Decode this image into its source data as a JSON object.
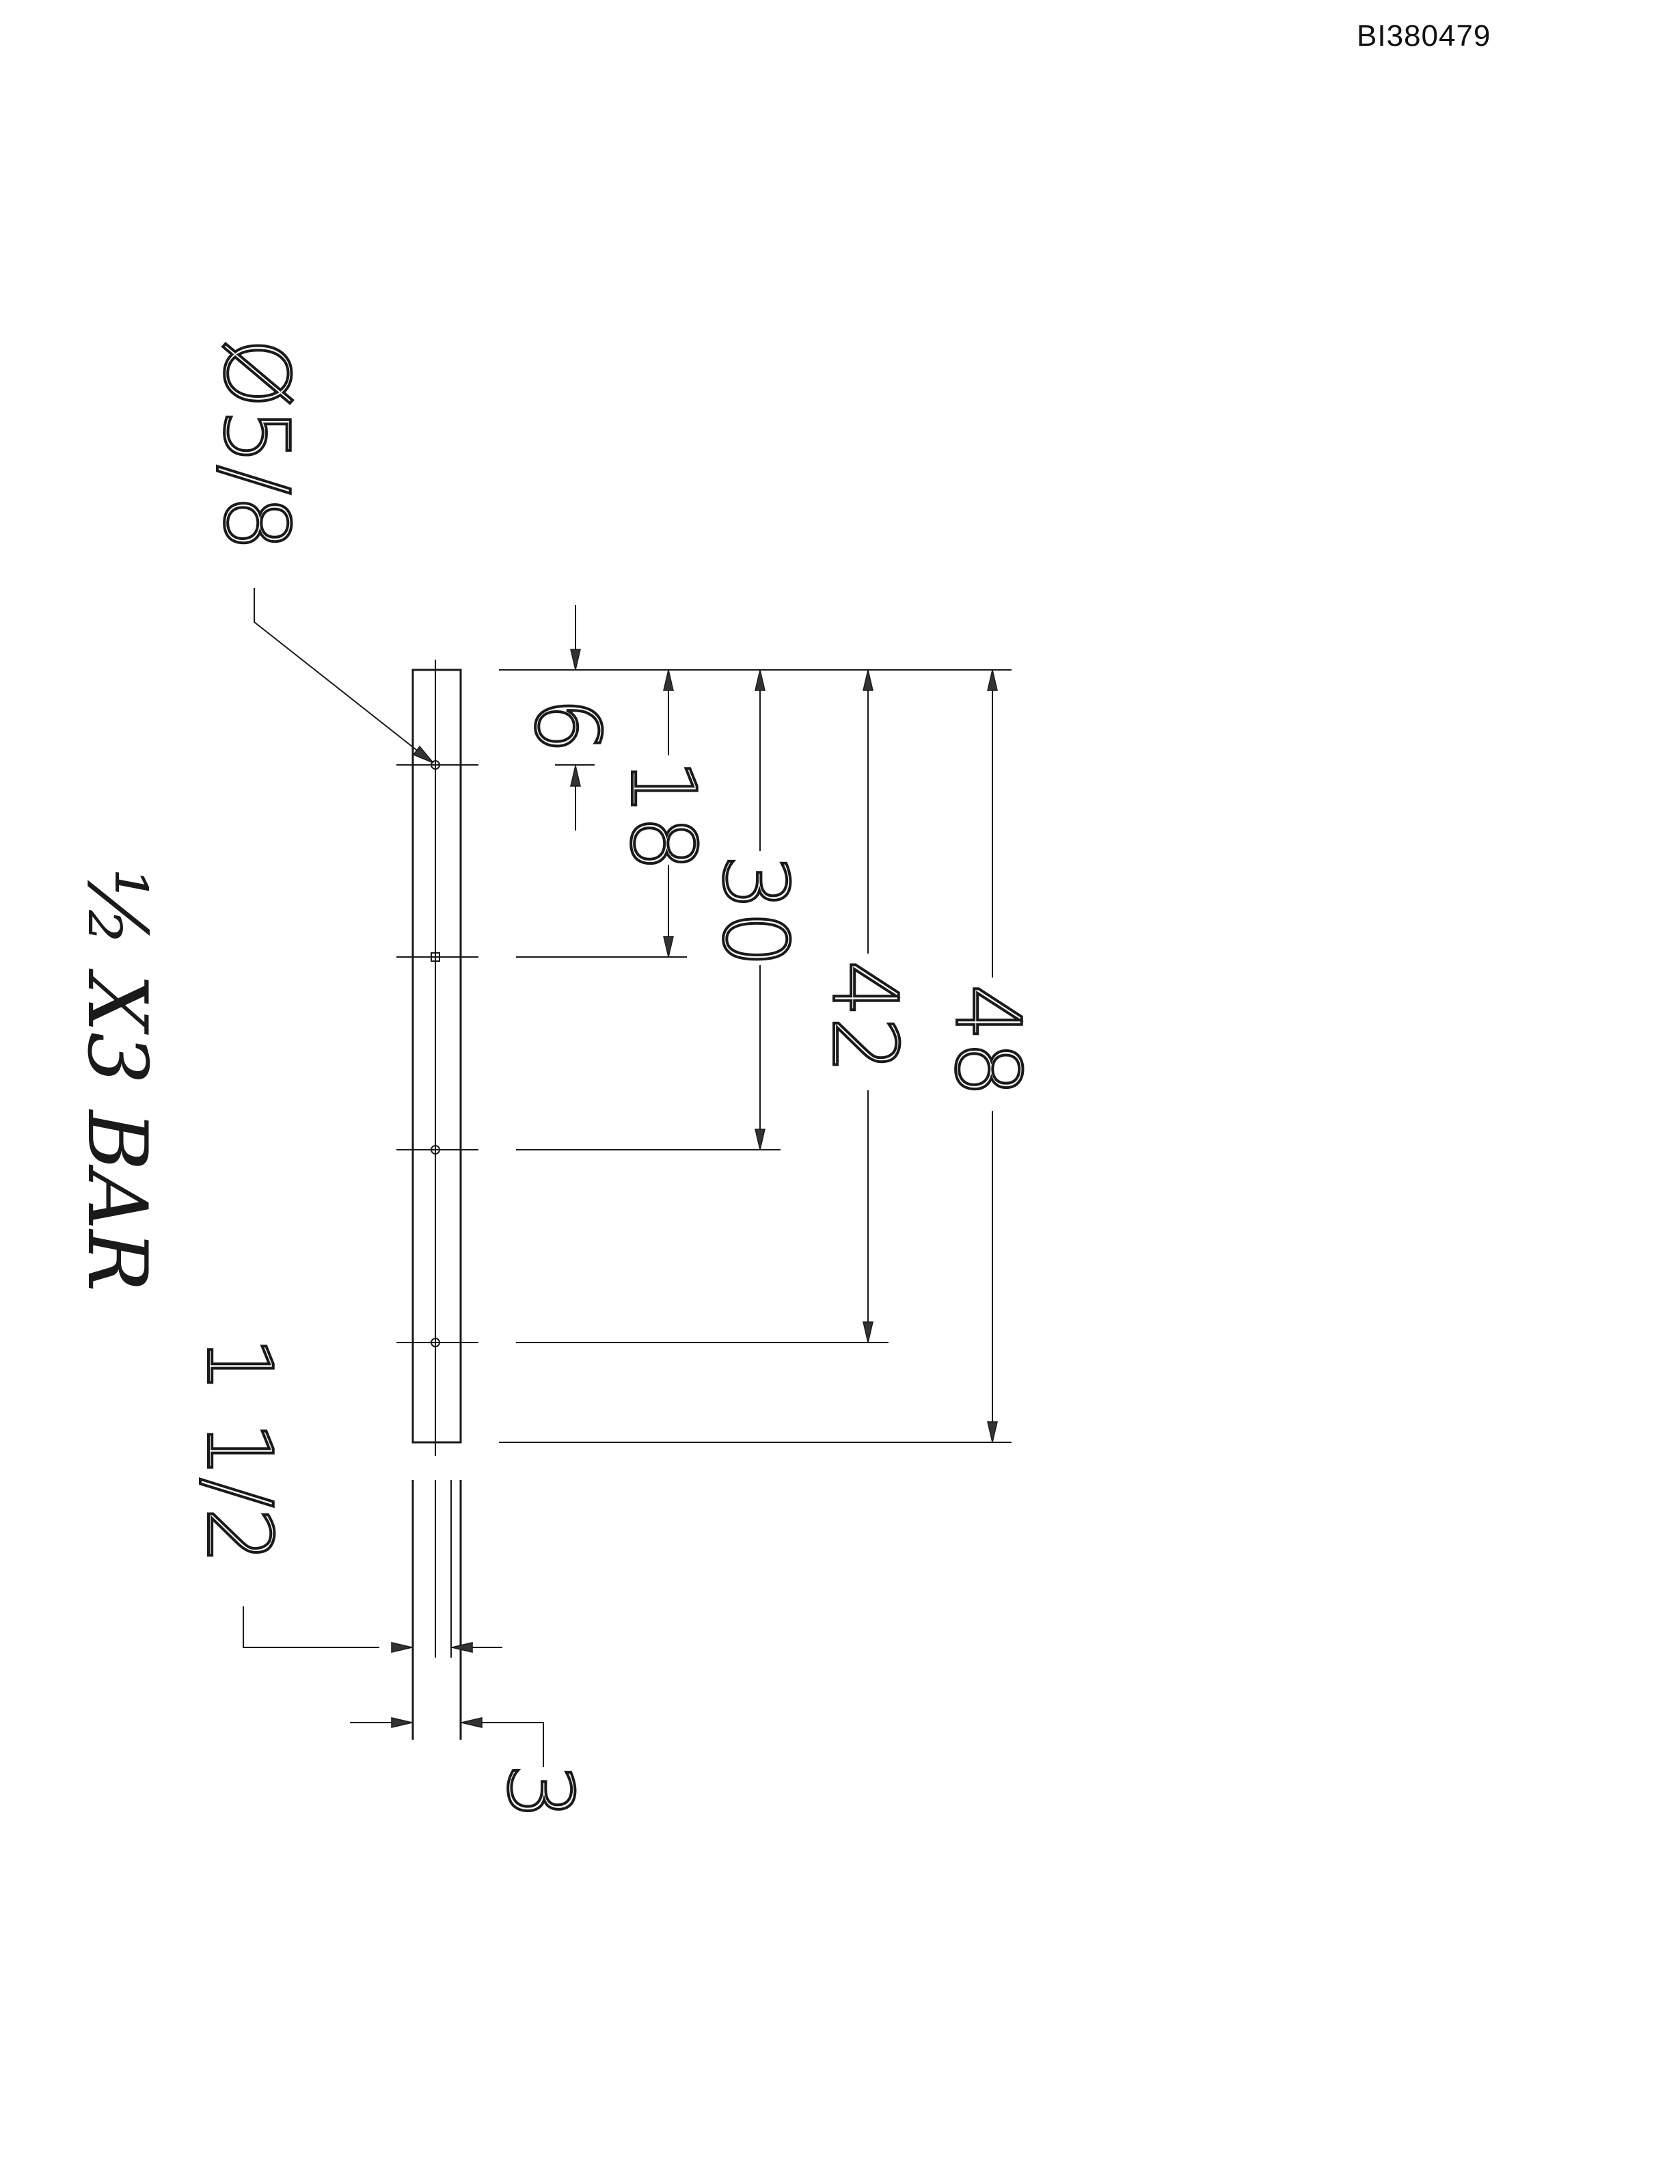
{
  "document_id": "BI380479",
  "drawing": {
    "handwritten_note": "½ X3 BAR",
    "hole_callout": "Ø5/8",
    "dimensions": {
      "d6": "6",
      "d18": "18",
      "d30": "30",
      "d42": "42",
      "d48": "48",
      "thickness": "1 1/2",
      "width": "3"
    }
  }
}
